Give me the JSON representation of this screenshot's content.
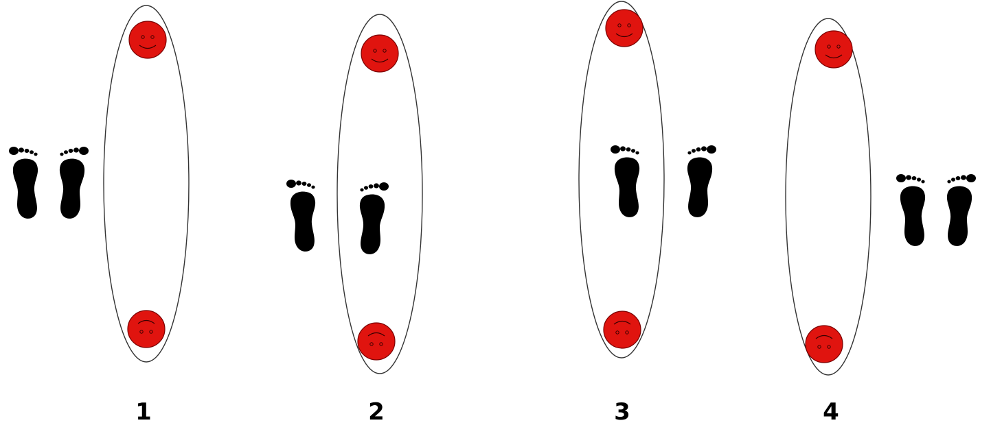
{
  "colors": {
    "background": "#ffffff",
    "ellipse_stroke": "#333333",
    "face_fill": "#e0140f",
    "face_stroke": "#7a0000",
    "footprint": "#000000"
  },
  "icons": {
    "person": "smiley-face-icon",
    "step": "footprint-icon"
  },
  "panels": [
    {
      "label": "1"
    },
    {
      "label": "2"
    },
    {
      "label": "3"
    },
    {
      "label": "4"
    }
  ]
}
